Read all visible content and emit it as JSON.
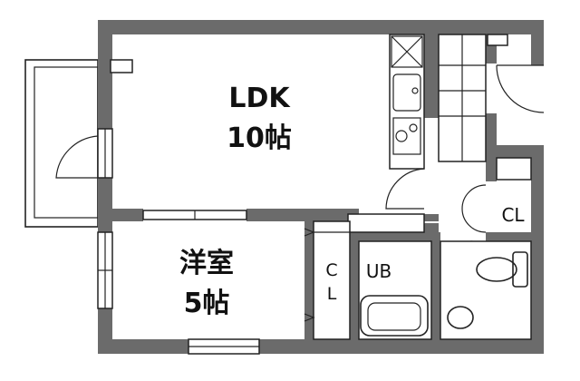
{
  "plan": {
    "rooms": {
      "ldk": {
        "name": "LDK",
        "size": "10帖"
      },
      "western": {
        "name": "洋室",
        "size": "5帖"
      }
    },
    "closets": {
      "right": "CL",
      "western_c": "C",
      "western_l": "L"
    },
    "bath": "UB"
  },
  "colors": {
    "wall": "#6b6b6b",
    "line": "#222222",
    "background": "#ffffff"
  }
}
